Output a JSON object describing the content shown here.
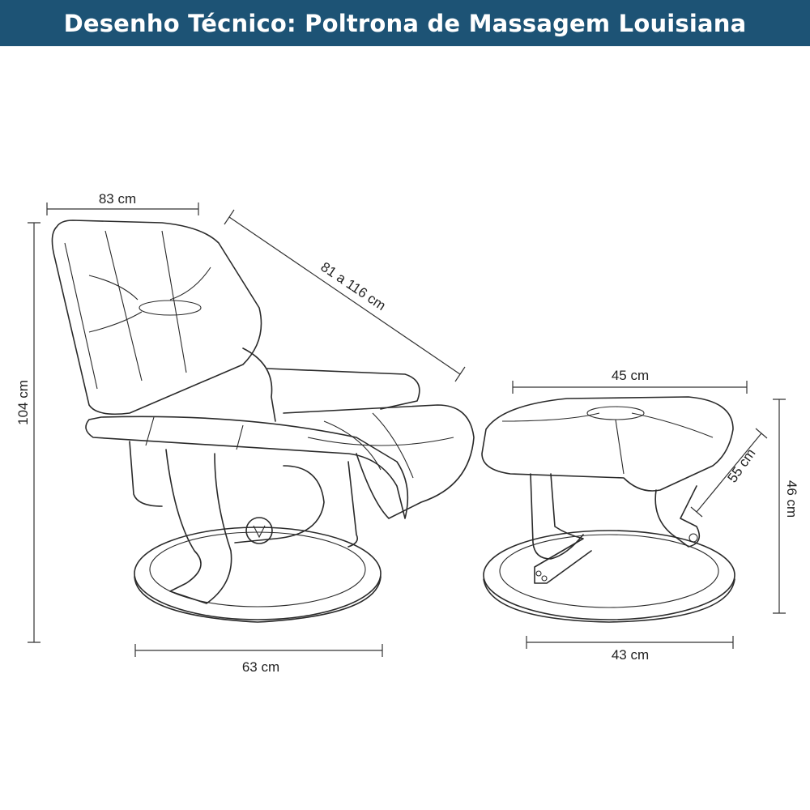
{
  "header": {
    "title": "Desenho Técnico: Poltrona de Massagem Louisiana",
    "background": "#1d5375"
  },
  "dimensions": {
    "chair_width": "83 cm",
    "chair_height": "104 cm",
    "chair_depth": "81 a 116 cm",
    "chair_base": "63 cm",
    "ottoman_width": "45 cm",
    "ottoman_height": "46 cm",
    "ottoman_depth": "55 cm",
    "ottoman_base": "43 cm"
  }
}
